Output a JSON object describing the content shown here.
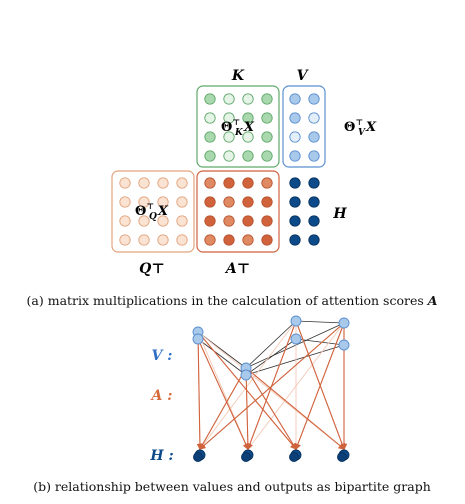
{
  "top_figure": {
    "label_K": "K",
    "label_V": "V",
    "label_Q_T": "Q⊤",
    "label_A_T": "A⊤",
    "label_H": "H",
    "inner_K_main": "Θ",
    "inner_K_sub": "K",
    "inner_K_sup": "⊤",
    "inner_K_tail": "X",
    "inner_V_main": "Θ",
    "inner_V_sub": "V",
    "inner_V_sup": "⊤",
    "inner_V_tail": "X",
    "inner_Q_main": "Θ",
    "inner_Q_sub": "Q",
    "inner_Q_sup": "⊤",
    "inner_Q_tail": "X",
    "caption_prefix": "(a) matrix multiplications in the calculation of attention scores ",
    "caption_symbol": "A"
  },
  "bottom_figure": {
    "label_V": "V :",
    "label_A": "A :",
    "label_H": "H :",
    "caption": "(b) relationship between values and outputs as bipartite graph"
  },
  "colors": {
    "green_border": "#5fa96b",
    "green_fill": "#a9d8ae",
    "blue_border": "#5b8fd0",
    "blue_fill": "#a9c9ea",
    "orange_border": "#e3a37d",
    "orange_light": "#fbe3d3",
    "red_mid": "#e08a64",
    "red_dark": "#d0623c",
    "navy": "#0d4a8a",
    "blue_text": "#2e6fc4",
    "orange_text": "#d4693a"
  }
}
